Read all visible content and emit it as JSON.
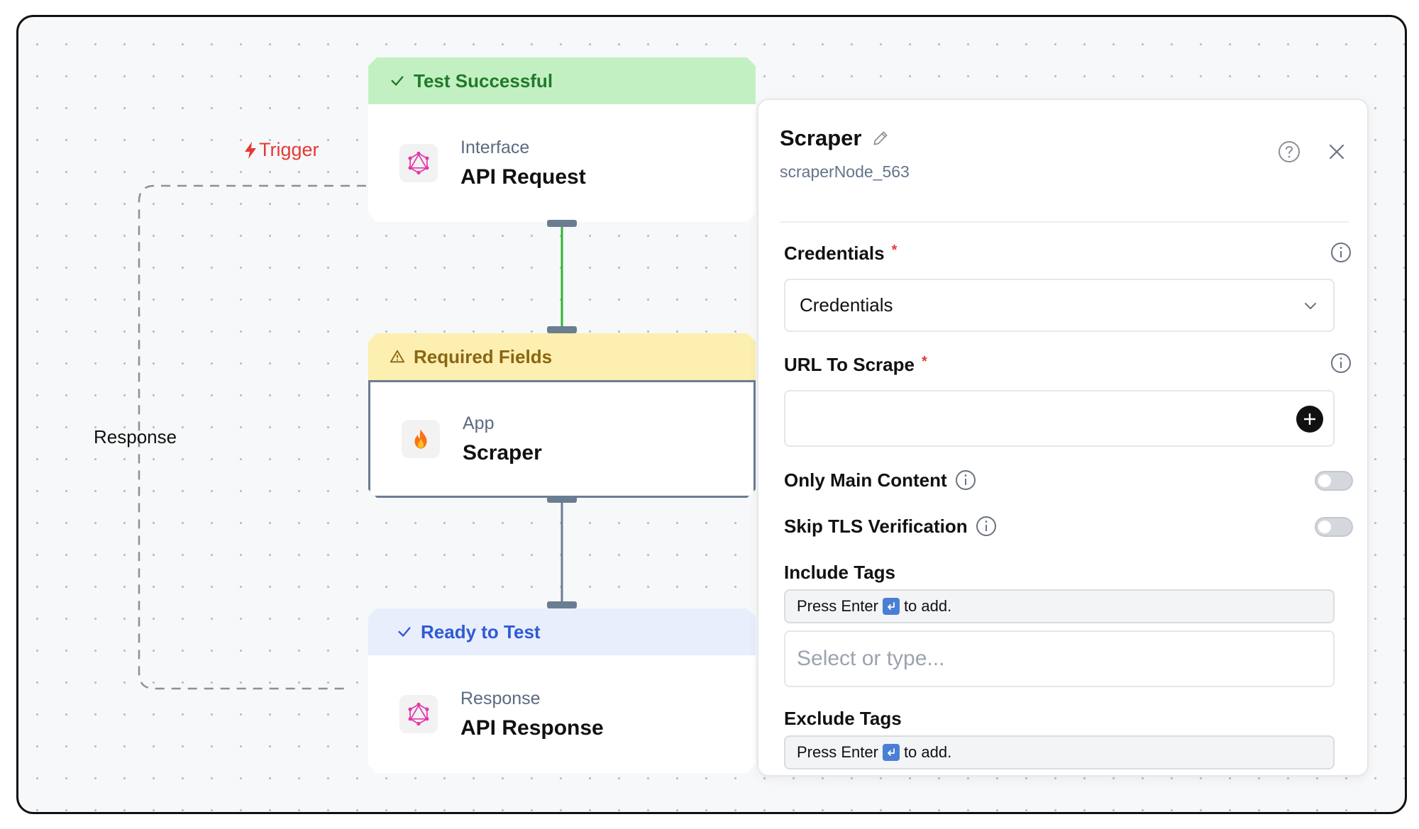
{
  "canvas": {
    "trigger_label": "Trigger",
    "response_label": "Response"
  },
  "nodes": [
    {
      "status": "Test Successful",
      "kind": "Interface",
      "title": "API Request",
      "icon": "graphql-icon"
    },
    {
      "status": "Required Fields",
      "kind": "App",
      "title": "Scraper",
      "icon": "fire-icon"
    },
    {
      "status": "Ready to Test",
      "kind": "Response",
      "title": "API Response",
      "icon": "graphql-icon"
    }
  ],
  "panel": {
    "title": "Scraper",
    "node_id": "scraperNode_563",
    "credentials": {
      "label": "Credentials",
      "required_mark": "*",
      "value": "Credentials"
    },
    "url": {
      "label": "URL To Scrape",
      "required_mark": "*",
      "value": ""
    },
    "only_main_content": {
      "label": "Only Main Content",
      "enabled": false
    },
    "skip_tls": {
      "label": "Skip TLS Verification",
      "enabled": false
    },
    "include_tags": {
      "label": "Include Tags",
      "hint_before": "Press Enter",
      "hint_after": "to add.",
      "placeholder": "Select or type..."
    },
    "exclude_tags": {
      "label": "Exclude Tags",
      "hint_before": "Press Enter",
      "hint_after": "to add."
    }
  },
  "colors": {
    "success": "#1f7a2a",
    "required": "#8a6513",
    "ready": "#2f5bd3",
    "trigger": "#e53935",
    "graphql_pink": "#e535ab"
  }
}
